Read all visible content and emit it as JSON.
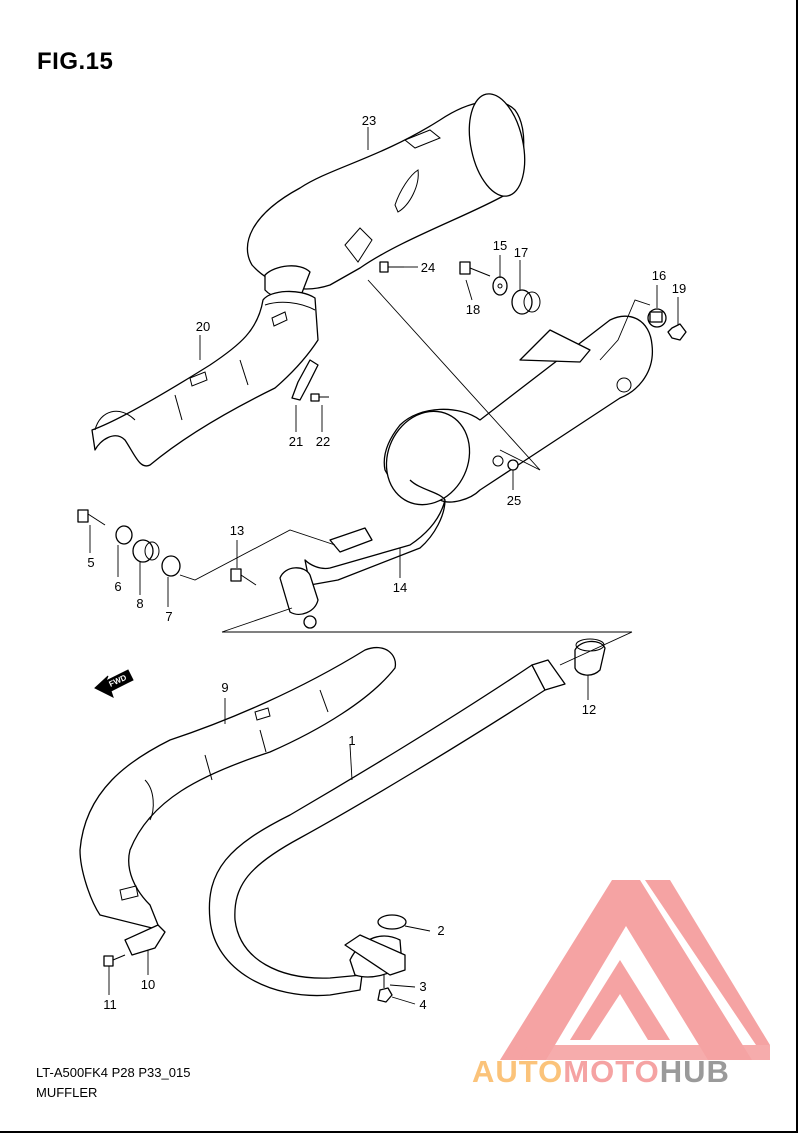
{
  "figure": {
    "title": "FIG.15"
  },
  "footer": {
    "code": "LT-A500FK4 P28 P33_015",
    "name": "MUFFLER"
  },
  "fwd_label": "FWD",
  "watermark": {
    "part1": "AUTO",
    "part2": "MOTO",
    "part3": "HUB",
    "colors": [
      "#fbc37a",
      "#f5a3a3",
      "#9a9a9a"
    ]
  },
  "part_labels": [
    "1",
    "2",
    "3",
    "4",
    "5",
    "6",
    "7",
    "8",
    "9",
    "10",
    "11",
    "12",
    "13",
    "14",
    "15",
    "16",
    "17",
    "18",
    "19",
    "20",
    "21",
    "22",
    "23",
    "24",
    "25"
  ]
}
